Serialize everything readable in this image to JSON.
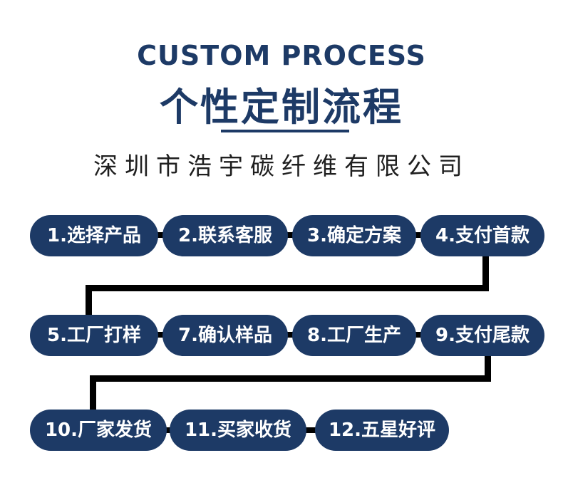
{
  "header": {
    "title_en": "CUSTOM PROCESS",
    "title_cn": "个性定制流程",
    "company": "深圳市浩宇碳纤维有限公司"
  },
  "colors": {
    "pill_bg": "#1d3a66",
    "pill_text": "#ffffff",
    "connector": "#000000",
    "title": "#1d3a66"
  },
  "steps": [
    "1.选择产品",
    "2.联系客服",
    "3.确定方案",
    "4.支付首款",
    "5.工厂打样",
    "7.确认样品",
    "8.工厂生产",
    "9.支付尾款",
    "10.厂家发货",
    "11.买家收货",
    "12.五星好评"
  ]
}
